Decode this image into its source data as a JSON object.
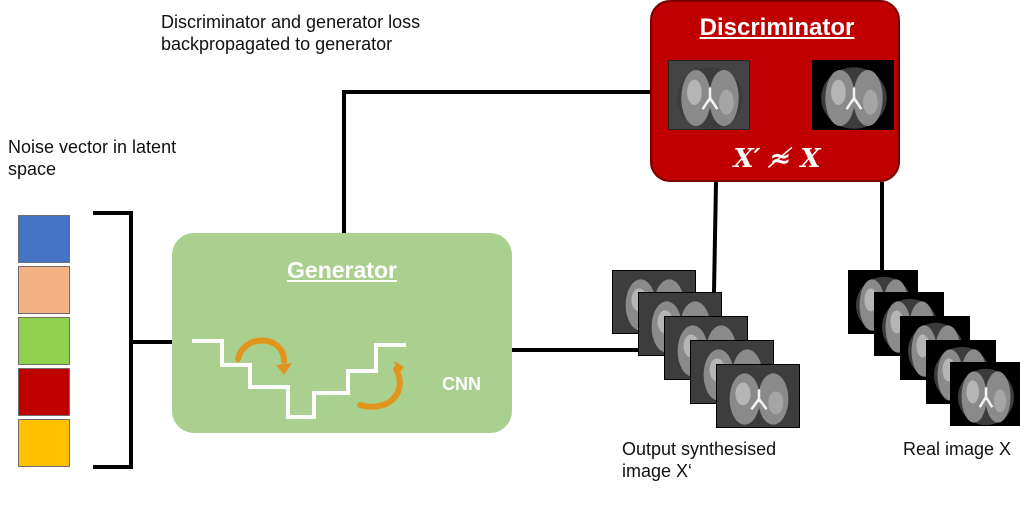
{
  "texts": {
    "backprop": "Discriminator and generator loss backpropagated to generator",
    "noise": "Noise vector in latent space",
    "generator": "Generator",
    "cnn": "CNN",
    "discriminator": "Discriminator",
    "formula": "X′ ≉ X",
    "output": "Output synthesised image X‘",
    "real": "Real image X"
  },
  "colors": {
    "generator_box": "#a9d08e",
    "discriminator_box": "#c00000",
    "arrow": "#e2951c",
    "noise_cells": [
      "#4472c4",
      "#f4b183",
      "#92d050",
      "#c00000",
      "#ffc000"
    ]
  },
  "icons": {
    "scan": "lung-ct-scan",
    "arrow": "curved-arrow"
  }
}
